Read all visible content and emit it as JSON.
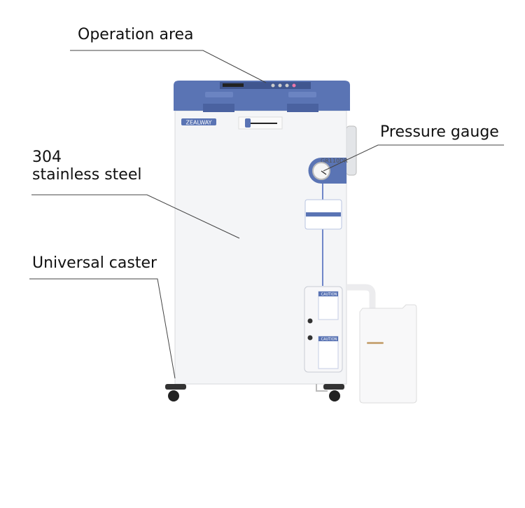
{
  "callouts": {
    "operation_area": "Operation area",
    "pressure_gauge": "Pressure gauge",
    "material_line1": "304",
    "material_line2": "stainless steel",
    "caster": "Universal caster"
  },
  "device": {
    "brand_logo": "ZEALWAY",
    "model": "GR110DR",
    "caution_label": "CAUTION"
  },
  "colors": {
    "lid_blue": "#5a74b4",
    "body": "#f3f4f6",
    "accent_line": "#6f86c8"
  }
}
